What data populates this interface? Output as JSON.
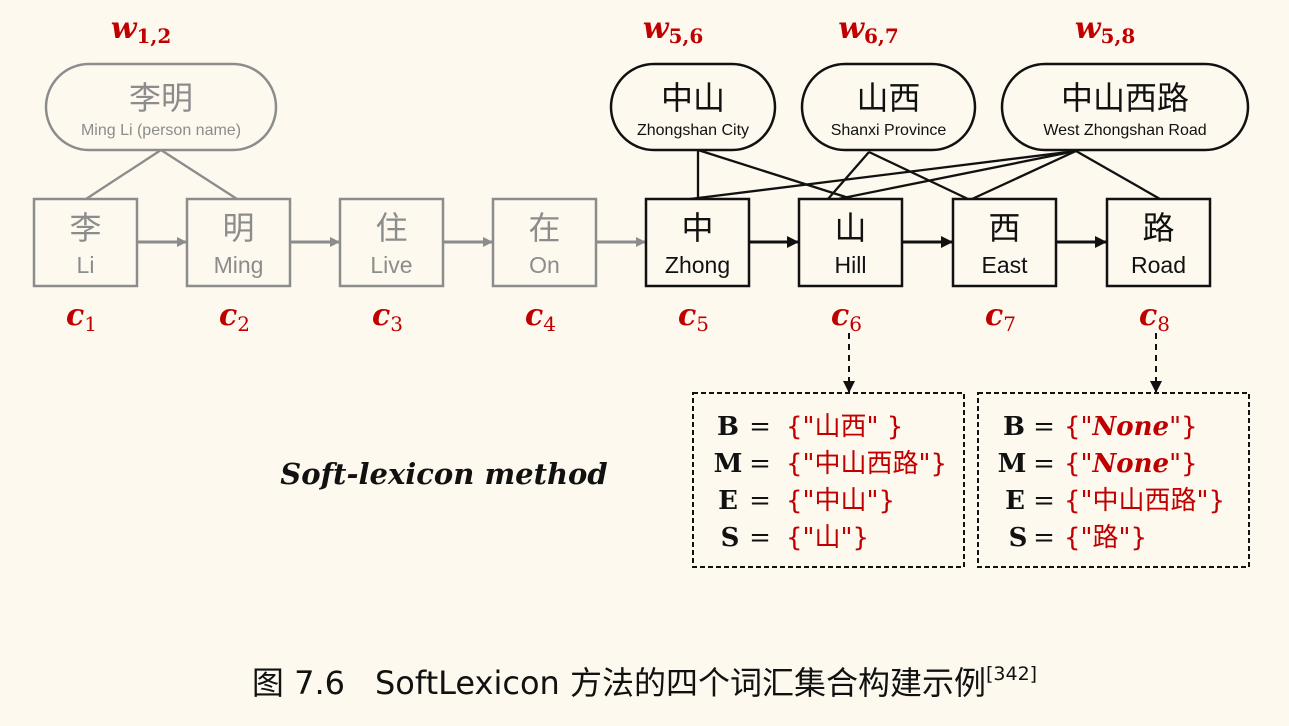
{
  "colors": {
    "background": "#fdf9ef",
    "accent_red": "#c00000",
    "inactive_gray": "#8c8c8c",
    "active_black": "#111111"
  },
  "characters": [
    {
      "id": "c1",
      "label": "c",
      "index": "1",
      "zh": "李",
      "en": "Li",
      "active": false
    },
    {
      "id": "c2",
      "label": "c",
      "index": "2",
      "zh": "明",
      "en": "Ming",
      "active": false
    },
    {
      "id": "c3",
      "label": "c",
      "index": "3",
      "zh": "住",
      "en": "Live",
      "active": false
    },
    {
      "id": "c4",
      "label": "c",
      "index": "4",
      "zh": "在",
      "en": "On",
      "active": false
    },
    {
      "id": "c5",
      "label": "c",
      "index": "5",
      "zh": "中",
      "en": "Zhong",
      "active": true
    },
    {
      "id": "c6",
      "label": "c",
      "index": "6",
      "zh": "山",
      "en": "Hill",
      "active": true
    },
    {
      "id": "c7",
      "label": "c",
      "index": "7",
      "zh": "西",
      "en": "East",
      "active": true
    },
    {
      "id": "c8",
      "label": "c",
      "index": "8",
      "zh": "路",
      "en": "Road",
      "active": true
    }
  ],
  "words": [
    {
      "id": "w12",
      "label": "w",
      "index": "1,2",
      "zh": "李明",
      "en": "Ming Li (person name)",
      "active": false,
      "connects": [
        "c1",
        "c2"
      ]
    },
    {
      "id": "w56",
      "label": "w",
      "index": "5,6",
      "zh": "中山",
      "en": "Zhongshan City",
      "active": true,
      "connects": [
        "c5",
        "c6"
      ]
    },
    {
      "id": "w67",
      "label": "w",
      "index": "6,7",
      "zh": "山西",
      "en": "Shanxi Province",
      "active": true,
      "connects": [
        "c6",
        "c7"
      ]
    },
    {
      "id": "w58",
      "label": "w",
      "index": "5,8",
      "zh": "中山西路",
      "en": "West Zhongshan Road",
      "active": true,
      "connects": [
        "c5",
        "c6",
        "c7",
        "c8"
      ]
    }
  ],
  "method_label": "Soft-lexicon method",
  "lexicon_sets": [
    {
      "for": "c6",
      "rows": [
        {
          "key": "B",
          "eq": "=",
          "value": "{\"山西\" }",
          "italic": false
        },
        {
          "key": "M",
          "eq": "=",
          "value": "{\"中山西路\"}",
          "italic": false
        },
        {
          "key": "E",
          "eq": "=",
          "value": "{\"中山\"}",
          "italic": false
        },
        {
          "key": "S",
          "eq": "=",
          "value": "{\"山\"}",
          "italic": false
        }
      ]
    },
    {
      "for": "c8",
      "rows": [
        {
          "key": "B",
          "eq": "=",
          "value": "{\"None\"}",
          "italic": true
        },
        {
          "key": "M",
          "eq": "=",
          "value": "{\"None\"}",
          "italic": true
        },
        {
          "key": "E",
          "eq": "=",
          "value": "{\"中山西路\"}",
          "italic": false
        },
        {
          "key": "S",
          "eq": "=",
          "value": "{\"路\"}",
          "italic": false
        }
      ]
    }
  ],
  "caption": {
    "figure_label": "图 7.6",
    "text": "SoftLexicon 方法的四个词汇集合构建示例",
    "citation": "[342]"
  }
}
